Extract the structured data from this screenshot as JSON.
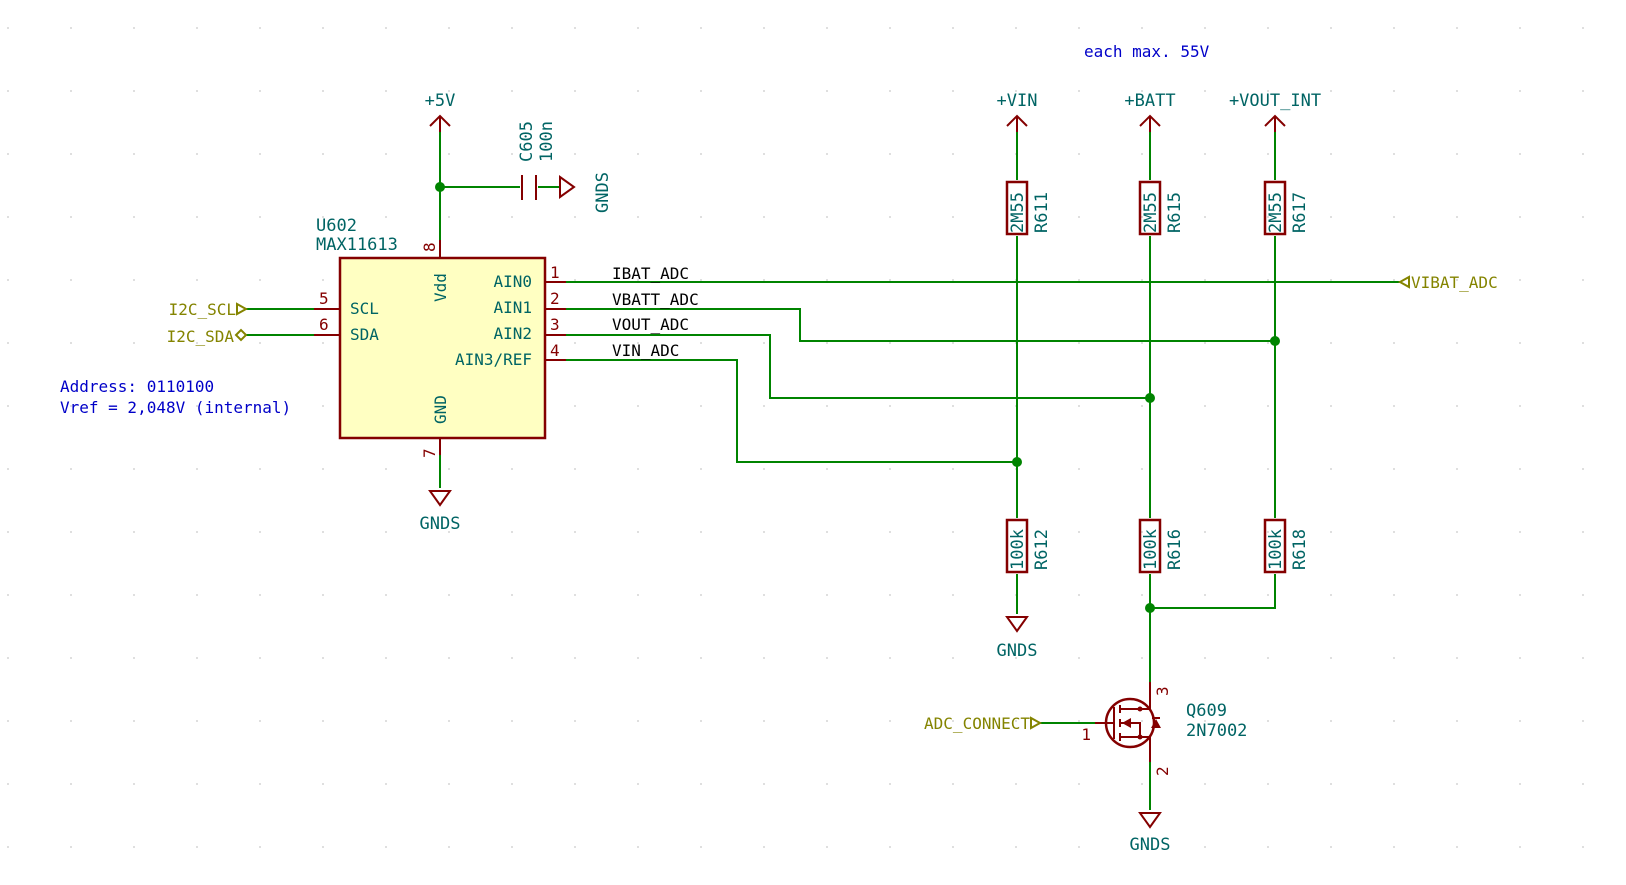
{
  "notes": {
    "address": "Address: 0110100",
    "vref": "Vref = 2,048V (internal)",
    "max_voltage": "each max. 55V"
  },
  "ic": {
    "ref": "U602",
    "value": "MAX11613",
    "pins": {
      "scl": {
        "num": "5",
        "name": "SCL"
      },
      "sda": {
        "num": "6",
        "name": "SDA"
      },
      "vdd": {
        "num": "8",
        "name": "Vdd"
      },
      "gnd": {
        "num": "7",
        "name": "GND"
      },
      "ain0": {
        "num": "1",
        "name": "AIN0"
      },
      "ain1": {
        "num": "2",
        "name": "AIN1"
      },
      "ain2": {
        "num": "3",
        "name": "AIN2"
      },
      "ain3": {
        "num": "4",
        "name": "AIN3/REF"
      }
    }
  },
  "capacitor": {
    "ref": "C605",
    "value": "100n"
  },
  "power": {
    "v5": "+5V",
    "vin": "+VIN",
    "batt": "+BATT",
    "vout_int": "+VOUT_INT",
    "gnds": "GNDS"
  },
  "nets": {
    "ibat": "IBAT_ADC",
    "vbatt": "VBATT_ADC",
    "vout": "VOUT_ADC",
    "vin": "VIN_ADC"
  },
  "global_labels": {
    "i2c_scl": "I2C_SCL",
    "i2c_sda": "I2C_SDA",
    "vibat_adc": "VIBAT_ADC",
    "adc_connect": "ADC_CONNECT"
  },
  "resistors": [
    {
      "ref": "R611",
      "value": "2M55"
    },
    {
      "ref": "R615",
      "value": "2M55"
    },
    {
      "ref": "R617",
      "value": "2M55"
    },
    {
      "ref": "R612",
      "value": "100k"
    },
    {
      "ref": "R616",
      "value": "100k"
    },
    {
      "ref": "R618",
      "value": "100k"
    }
  ],
  "transistor": {
    "ref": "Q609",
    "value": "2N7002",
    "pins": {
      "gate": "1",
      "source": "2",
      "drain": "3"
    }
  },
  "colors": {
    "wire": "#008400",
    "component": "#840000",
    "body_fill": "#ffffc2",
    "reference_text": "#006464",
    "global_label": "#848400",
    "note_text": "#0000c8",
    "grid_dot": "#c8c8c8"
  }
}
